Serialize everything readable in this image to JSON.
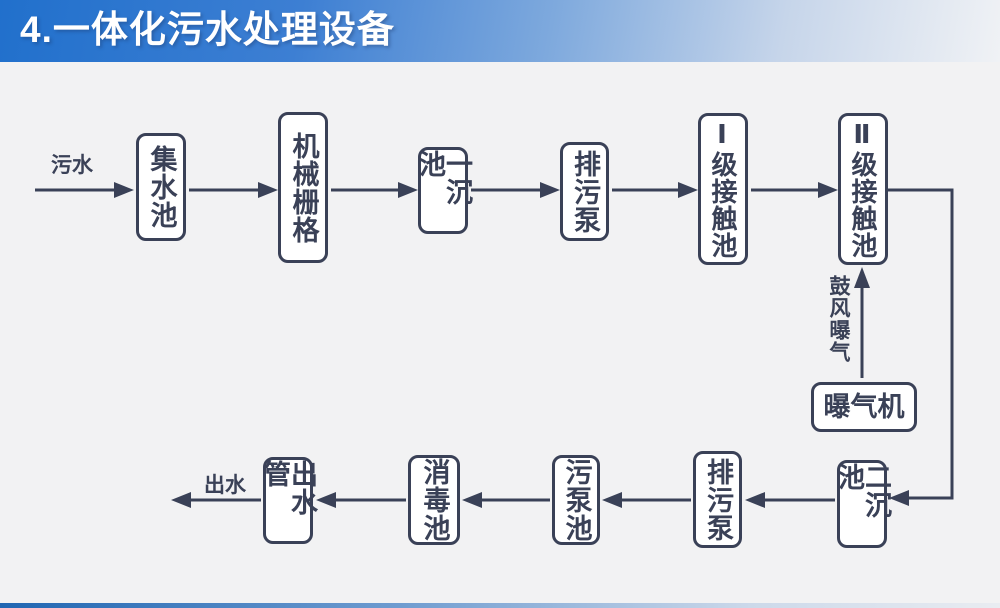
{
  "header": {
    "title": "4.一体化污水处理设备"
  },
  "flow": {
    "input_label": "污水",
    "output_label": "出水",
    "aeration_label": "鼓风曝气",
    "nodes": {
      "collection_tank": "集水池",
      "mechanical_grid": "机械栅格",
      "primary_sedimentation_tank": "一沉池",
      "sewage_pump_top": "排污泵",
      "contact_tank_1": "Ⅰ级接触池",
      "contact_tank_2": "Ⅱ级接触池",
      "aerator": "曝气机",
      "secondary_sedimentation_tank": "二沉池",
      "sewage_pump_bottom": "排污泵",
      "sludge_pump_tank": "污泵池",
      "disinfection_tank": "消毒池",
      "outlet_pipe": "出水管"
    }
  },
  "colors": {
    "header_blue": "#2170cc",
    "diagram_line": "#3a4157",
    "box_fill": "#ffffff",
    "background": "#f2f2f3"
  }
}
